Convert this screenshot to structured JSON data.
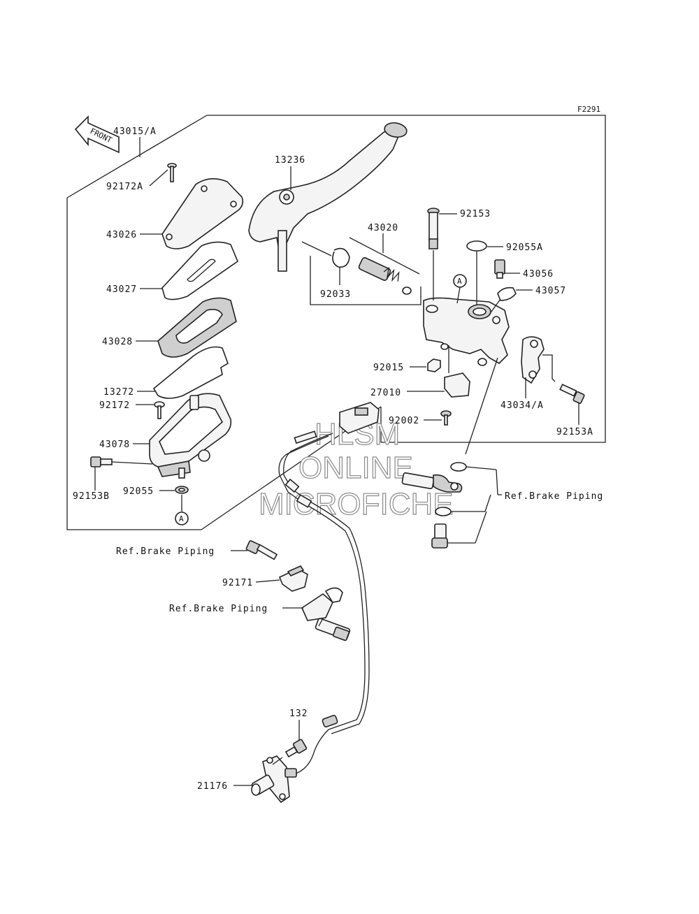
{
  "figure_code": "F2291",
  "front_label": "FRONT",
  "watermark": {
    "line1": "HLSM",
    "line2": "ONLINE",
    "line3": "MICROFICHE"
  },
  "callouts": {
    "c43015A": "43015/A",
    "c92172A": "92172A",
    "c43026": "43026",
    "c43027": "43027",
    "c43028": "43028",
    "c13272": "13272",
    "c92172": "92172",
    "c43078": "43078",
    "c92153B": "92153B",
    "c92055": "92055",
    "c13236": "13236",
    "c43020": "43020",
    "c92033": "92033",
    "c92153": "92153",
    "c92055A": "92055A",
    "c43056": "43056",
    "c43057": "43057",
    "c92015": "92015",
    "c27010": "27010",
    "c92002": "92002",
    "c43034A": "43034/A",
    "c92153A": "92153A",
    "ref_piping_right": "Ref.Brake Piping",
    "ref_piping_left1": "Ref.Brake Piping",
    "c92171": "92171",
    "ref_piping_left2": "Ref.Brake Piping",
    "c132": "132",
    "c21176": "21176",
    "marker_a1": "A",
    "marker_a2": "A"
  }
}
